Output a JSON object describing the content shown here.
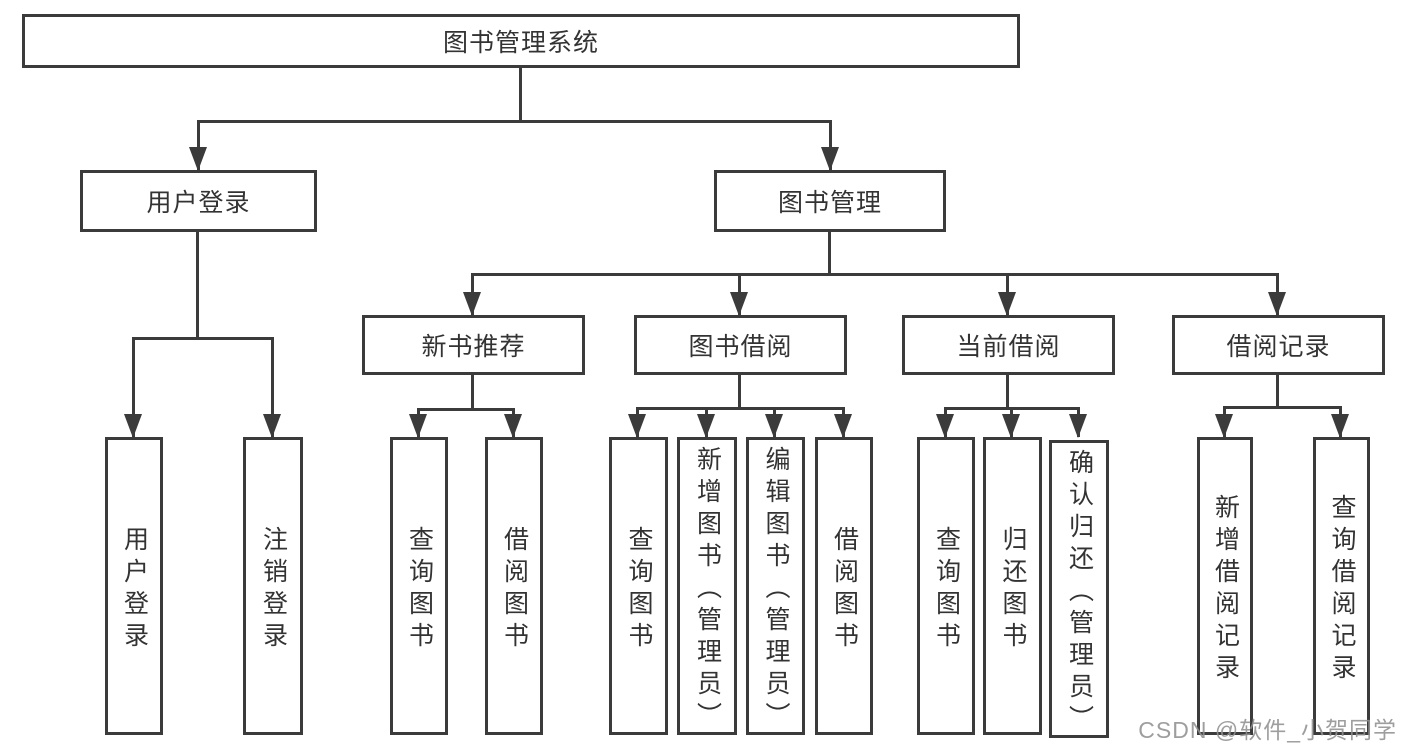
{
  "page": {
    "background_color": "#ffffff",
    "line_color": "#3b3b3b",
    "text_color": "#333333"
  },
  "watermark": {
    "text": "CSDN @软件_小贺同学",
    "color": "#919191"
  },
  "tree": {
    "root": {
      "label": "图书管理系统"
    },
    "branches": [
      {
        "label": "用户登录",
        "children": [
          {
            "label": "用户登录"
          },
          {
            "label": "注销登录"
          }
        ]
      },
      {
        "label": "图书管理",
        "children": [
          {
            "label": "新书推荐",
            "children": [
              {
                "label": "查询图书"
              },
              {
                "label": "借阅图书"
              }
            ]
          },
          {
            "label": "图书借阅",
            "children": [
              {
                "label": "查询图书"
              },
              {
                "label": "新增图书（管理员）"
              },
              {
                "label": "编辑图书（管理员）"
              },
              {
                "label": "借阅图书"
              }
            ]
          },
          {
            "label": "当前借阅",
            "children": [
              {
                "label": "查询图书"
              },
              {
                "label": "归还图书"
              },
              {
                "label": "确认归还（管理员）"
              }
            ]
          },
          {
            "label": "借阅记录",
            "children": [
              {
                "label": "新增借阅记录"
              },
              {
                "label": "查询借阅记录"
              }
            ]
          }
        ]
      }
    ]
  }
}
